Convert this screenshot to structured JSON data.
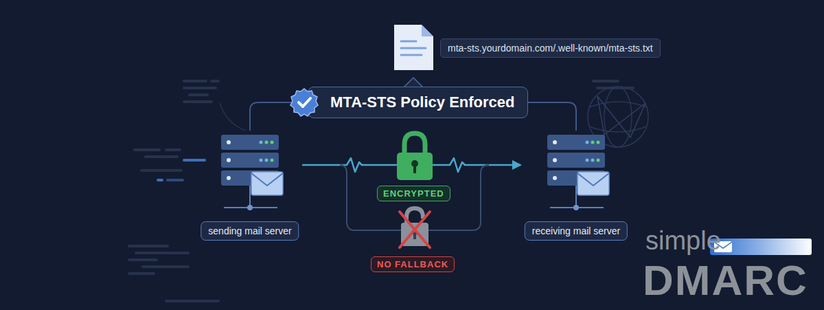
{
  "diagram": {
    "nodes": [
      {
        "text": [
          "mta-sts.yourdomain.com/.well-known/mta-sts.txt"
        ]
      },
      {
        "text": [
          "MTA-STS Policy Enforced"
        ]
      },
      {
        "text": [
          "sending mail server"
        ]
      },
      {
        "text": [
          "ENCRYPTED"
        ]
      },
      {
        "text": [
          "receiving mail server"
        ]
      },
      {
        "text": [
          "NO FALLBACK"
        ]
      }
    ],
    "edges": [
      {
        "from": 2,
        "to": 4,
        "arrow": "to"
      },
      {
        "from": 2,
        "to": 1,
        "arrow": "none"
      },
      {
        "from": 1,
        "to": 4,
        "arrow": "none"
      }
    ],
    "labels": [
      "simple",
      "DMARC"
    ]
  }
}
